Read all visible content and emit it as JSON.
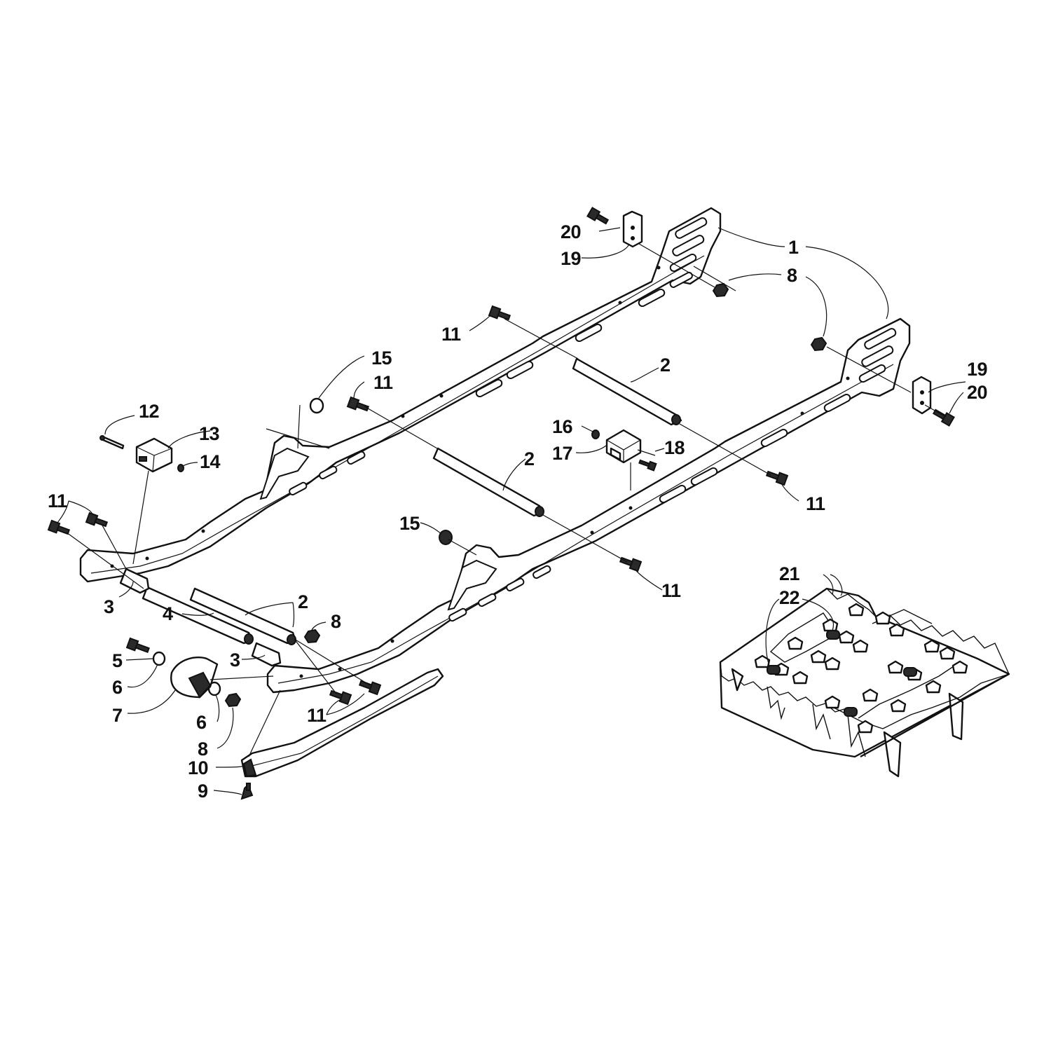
{
  "colors": {
    "ink": "#111111",
    "background": "#ffffff"
  },
  "callouts": {
    "c1": "1",
    "c2a": "2",
    "c2b": "2",
    "c2c": "2",
    "c3a": "3",
    "c3b": "3",
    "c4": "4",
    "c5": "5",
    "c6a": "6",
    "c6b": "6",
    "c7": "7",
    "c8a": "8",
    "c8b": "8",
    "c8c": "8",
    "c9": "9",
    "c10": "10",
    "c11a": "11",
    "c11b": "11",
    "c11c": "11",
    "c11d": "11",
    "c11e": "11",
    "c11f": "11",
    "c12": "12",
    "c13": "13",
    "c14": "14",
    "c15a": "15",
    "c15b": "15",
    "c16": "16",
    "c17": "17",
    "c18": "18",
    "c19a": "19",
    "c19b": "19",
    "c20a": "20",
    "c20b": "20",
    "c21": "21",
    "c22": "22"
  }
}
